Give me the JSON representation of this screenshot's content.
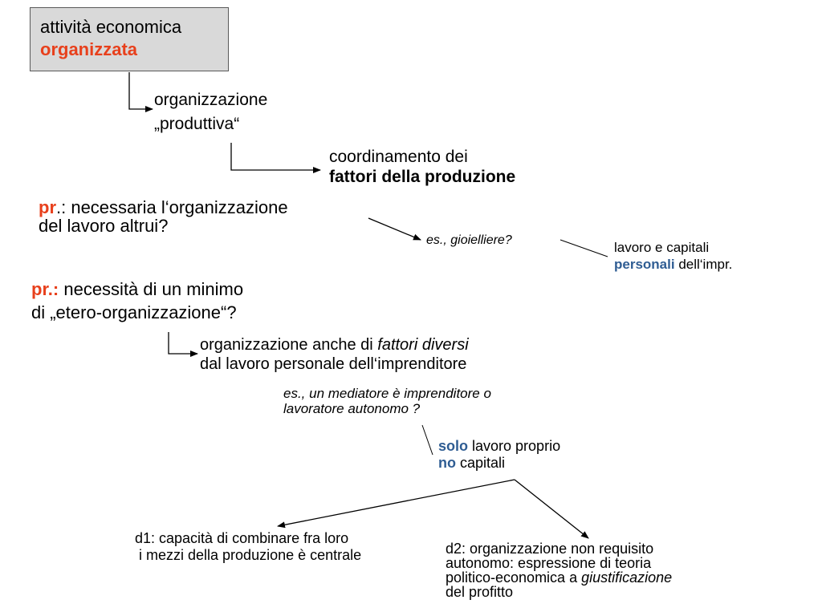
{
  "title_box": {
    "line1": "attività economica",
    "line2": "organizzata"
  },
  "org_produttiva": {
    "line1": "organizzazione",
    "line2": "„produttiva“"
  },
  "coordinamento": {
    "line1": "coordinamento dei",
    "line2": "fattori della produzione"
  },
  "pr1": {
    "prefix": "pr",
    "rest1": ".: necessaria l‘organizzazione",
    "line2": "del lavoro altrui?"
  },
  "es_gioielliere": "es., gioielliere?",
  "lavoro_capitali": {
    "line1": "lavoro e capitali",
    "emph": "personali",
    "rest": " dell‘impr."
  },
  "pr2": {
    "prefix": "pr.:",
    "rest1": " necessità di un minimo",
    "line2": "di „etero-organizzazione“?"
  },
  "fattori_diversi": {
    "pre": "organizzazione anche di ",
    "emph": "fattori diversi",
    "line2": "dal lavoro personale dell‘imprenditore"
  },
  "es_mediatore": {
    "line1": "es., un mediatore è imprenditore o",
    "line2": "lavoratore autonomo ?"
  },
  "solo_lavoro": {
    "emph1": "solo",
    "rest1": " lavoro proprio",
    "emph2": "no",
    "rest2": " capitali"
  },
  "d1": {
    "line1": "d1: capacità di combinare fra loro",
    "line2": " i mezzi della produzione è centrale"
  },
  "d2": {
    "line1": "d2: organizzazione non requisito",
    "line2": "autonomo: espressione di teoria",
    "line3_pre": "politico-economica a ",
    "line3_emph": "giustificazione",
    "line4": "del profitto"
  },
  "colors": {
    "accent_red": "#e8401c",
    "accent_blue": "#2f5d93",
    "box_fill": "#d9d9d9"
  }
}
